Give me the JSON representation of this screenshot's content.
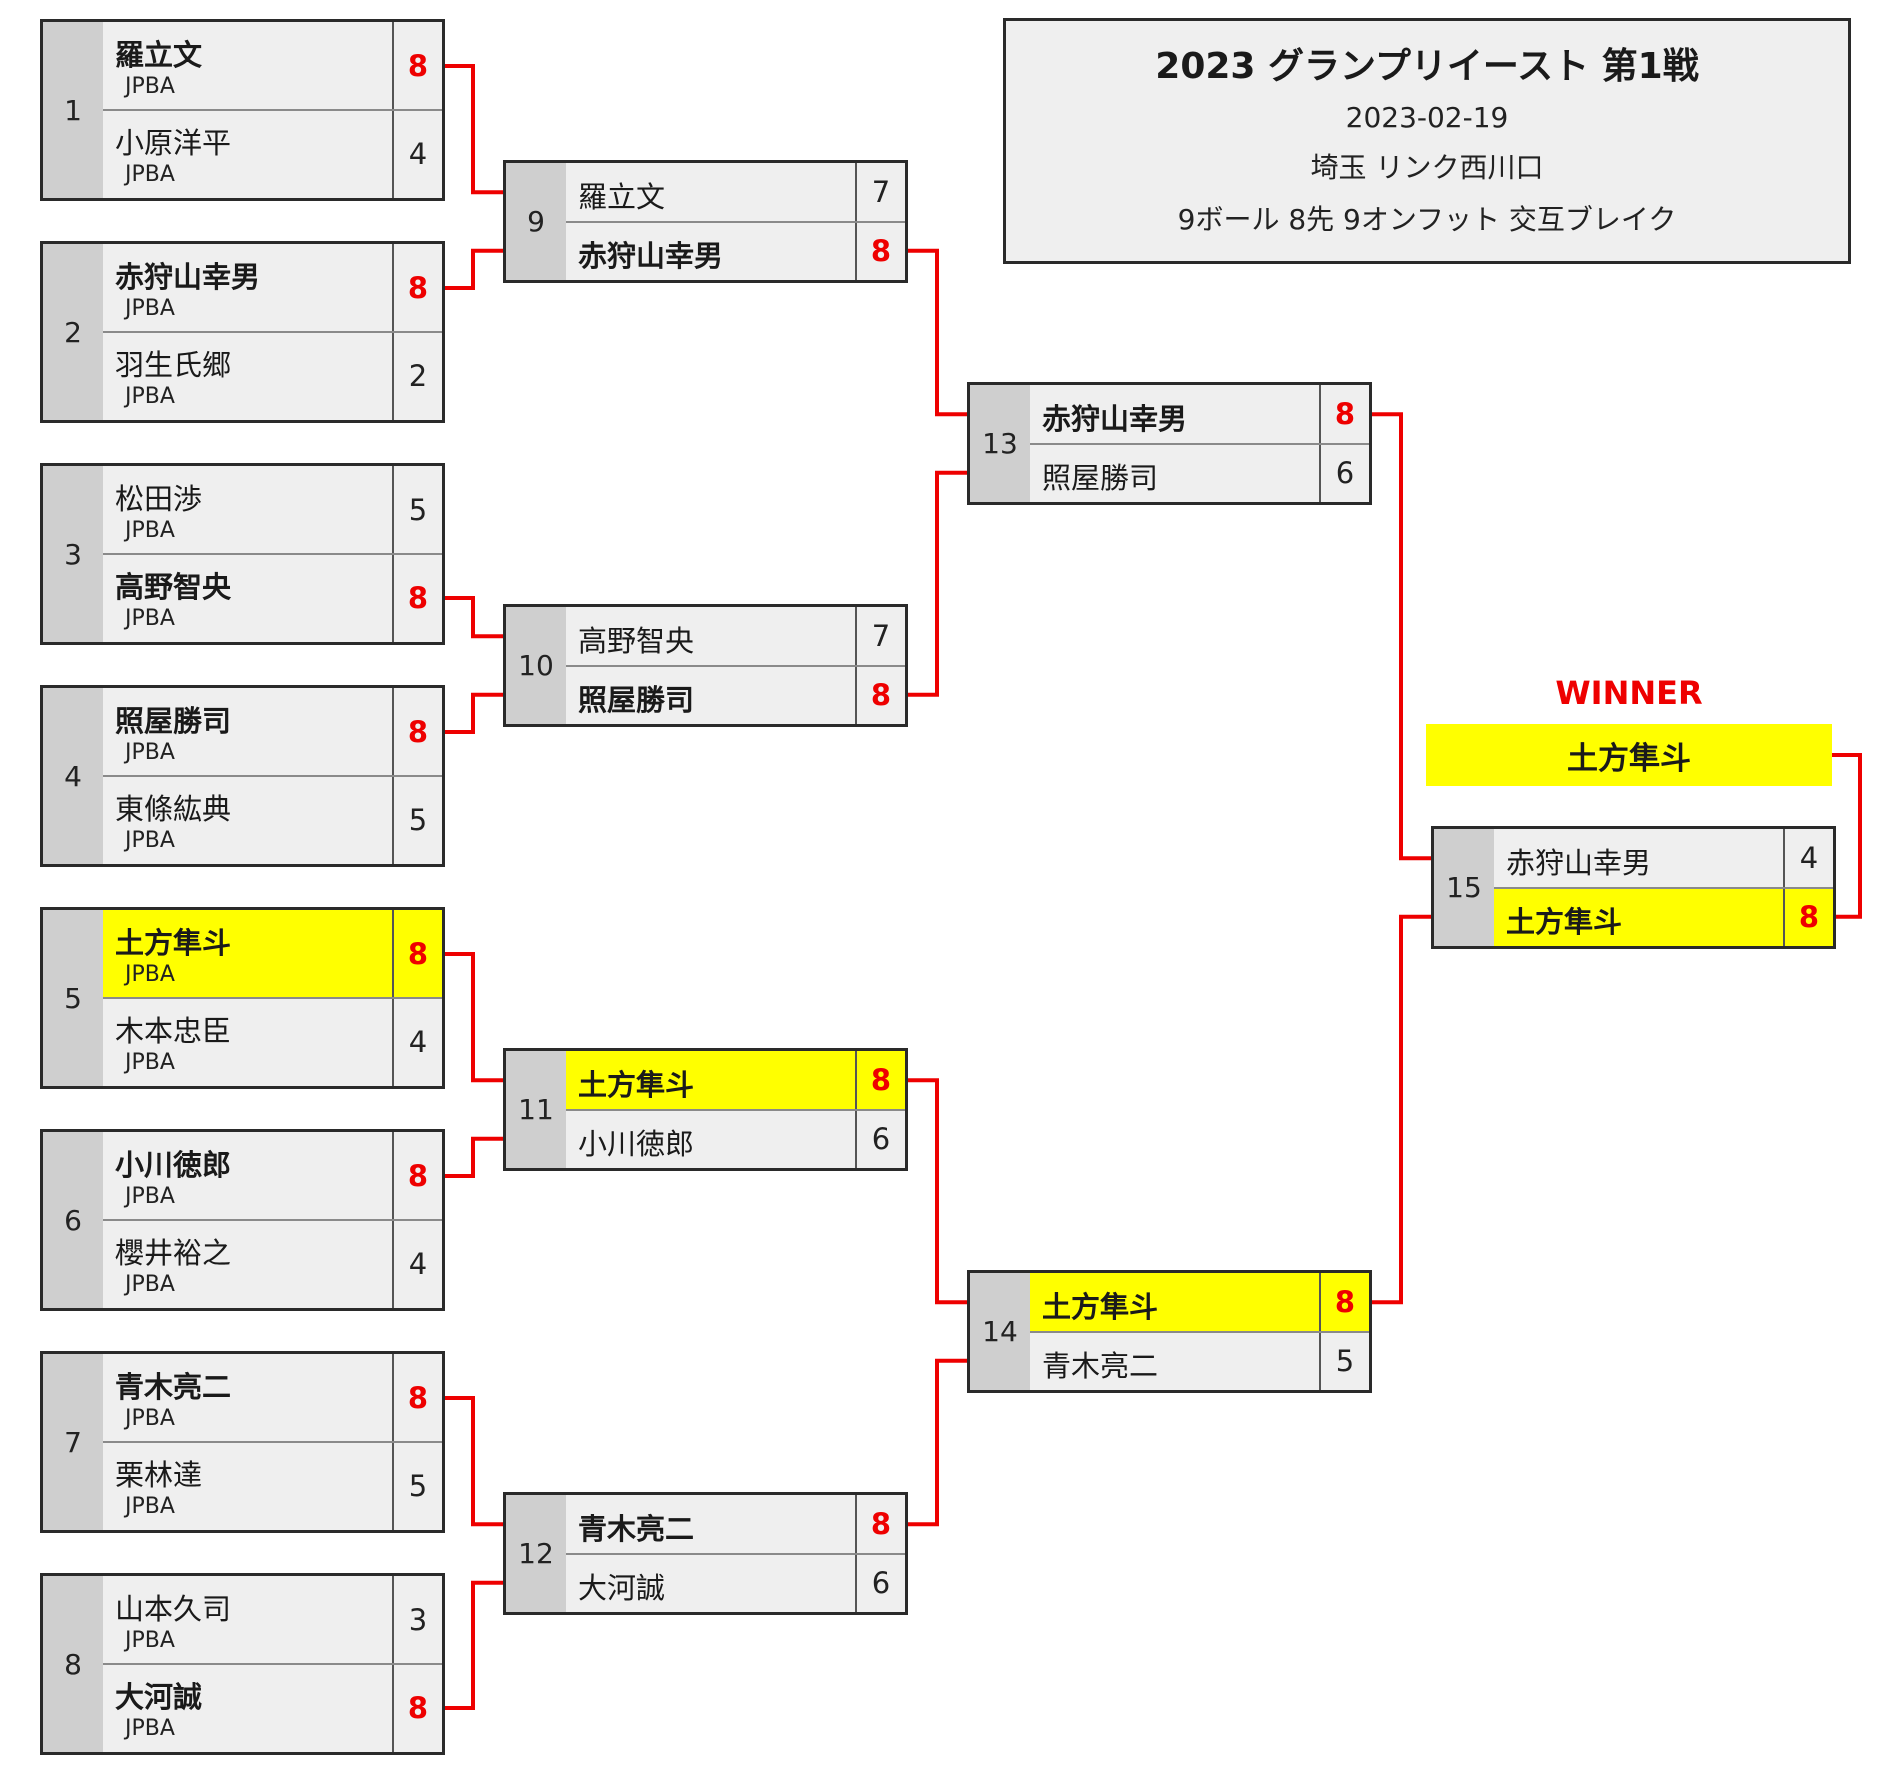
{
  "info": {
    "title": "2023 グランプリイースト 第1戦",
    "date": "2023-02-19",
    "venue": "埼玉 リンク西川口",
    "rules": "9ボール 8先 9オンフット 交互ブレイク"
  },
  "colors": {
    "winner_score": "#ee0000",
    "highlight": "#ffff00",
    "line": "#ee0000"
  },
  "winner": {
    "label": "WINNER",
    "name": "土方隼斗"
  },
  "matches": [
    {
      "id": "1",
      "players": [
        {
          "name": "羅立文",
          "org": "JPBA",
          "score": "8",
          "win": true
        },
        {
          "name": "小原洋平",
          "org": "JPBA",
          "score": "4"
        }
      ]
    },
    {
      "id": "2",
      "players": [
        {
          "name": "赤狩山幸男",
          "org": "JPBA",
          "score": "8",
          "win": true
        },
        {
          "name": "羽生氏郷",
          "org": "JPBA",
          "score": "2"
        }
      ]
    },
    {
      "id": "3",
      "players": [
        {
          "name": "松田渉",
          "org": "JPBA",
          "score": "5"
        },
        {
          "name": "高野智央",
          "org": "JPBA",
          "score": "8",
          "win": true
        }
      ]
    },
    {
      "id": "4",
      "players": [
        {
          "name": "照屋勝司",
          "org": "JPBA",
          "score": "8",
          "win": true
        },
        {
          "name": "東條紘典",
          "org": "JPBA",
          "score": "5"
        }
      ]
    },
    {
      "id": "5",
      "players": [
        {
          "name": "土方隼斗",
          "org": "JPBA",
          "score": "8",
          "win": true,
          "hl": true
        },
        {
          "name": "木本忠臣",
          "org": "JPBA",
          "score": "4"
        }
      ]
    },
    {
      "id": "6",
      "players": [
        {
          "name": "小川徳郎",
          "org": "JPBA",
          "score": "8",
          "win": true
        },
        {
          "name": "櫻井裕之",
          "org": "JPBA",
          "score": "4"
        }
      ]
    },
    {
      "id": "7",
      "players": [
        {
          "name": "青木亮二",
          "org": "JPBA",
          "score": "8",
          "win": true
        },
        {
          "name": "栗林達",
          "org": "JPBA",
          "score": "5"
        }
      ]
    },
    {
      "id": "8",
      "players": [
        {
          "name": "山本久司",
          "org": "JPBA",
          "score": "3"
        },
        {
          "name": "大河誠",
          "org": "JPBA",
          "score": "8",
          "win": true
        }
      ]
    },
    {
      "id": "9",
      "players": [
        {
          "name": "羅立文",
          "score": "7"
        },
        {
          "name": "赤狩山幸男",
          "score": "8",
          "win": true
        }
      ]
    },
    {
      "id": "10",
      "players": [
        {
          "name": "高野智央",
          "score": "7"
        },
        {
          "name": "照屋勝司",
          "score": "8",
          "win": true
        }
      ]
    },
    {
      "id": "11",
      "players": [
        {
          "name": "土方隼斗",
          "score": "8",
          "win": true,
          "hl": true
        },
        {
          "name": "小川徳郎",
          "score": "6"
        }
      ]
    },
    {
      "id": "12",
      "players": [
        {
          "name": "青木亮二",
          "score": "8",
          "win": true
        },
        {
          "name": "大河誠",
          "score": "6"
        }
      ]
    },
    {
      "id": "13",
      "players": [
        {
          "name": "赤狩山幸男",
          "score": "8",
          "win": true
        },
        {
          "name": "照屋勝司",
          "score": "6"
        }
      ]
    },
    {
      "id": "14",
      "players": [
        {
          "name": "土方隼斗",
          "score": "8",
          "win": true,
          "hl": true
        },
        {
          "name": "青木亮二",
          "score": "5"
        }
      ]
    },
    {
      "id": "15",
      "players": [
        {
          "name": "赤狩山幸男",
          "score": "4"
        },
        {
          "name": "土方隼斗",
          "score": "8",
          "win": true,
          "hl": true
        }
      ]
    }
  ]
}
